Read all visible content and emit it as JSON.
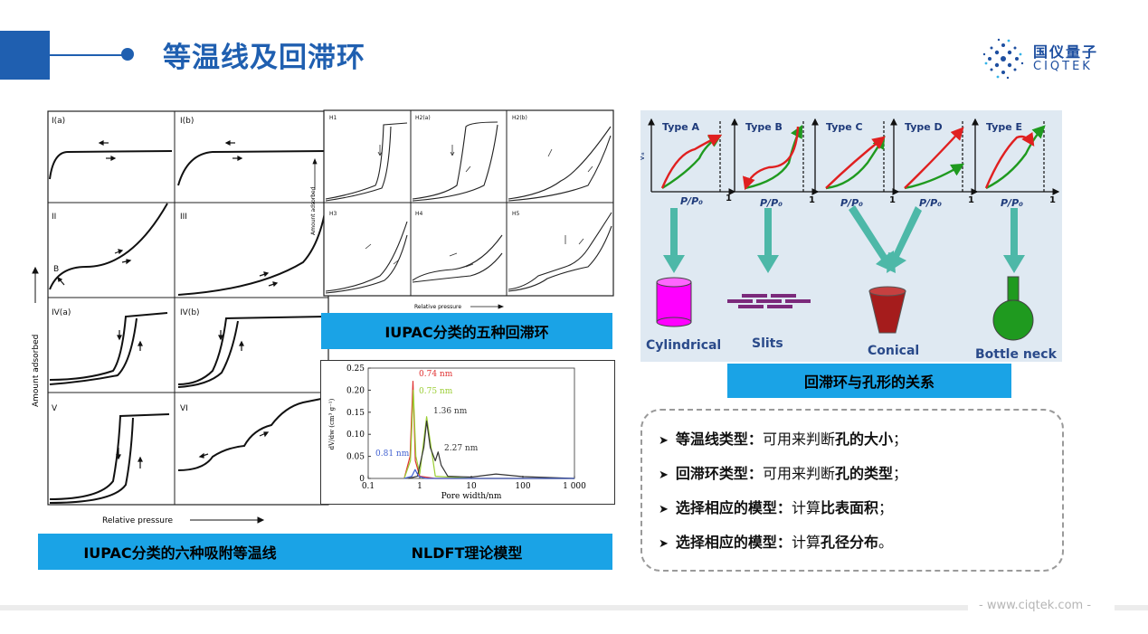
{
  "header": {
    "title": "等温线及回滞环",
    "logo_cn": "国仪量子",
    "logo_en": "CIQTEK"
  },
  "isotherms": {
    "caption": "IUPAC分类的六种吸附等温线",
    "y_label": "Amount adsorbed",
    "x_label": "Relative pressure",
    "panels": [
      "I(a)",
      "I(b)",
      "II",
      "III",
      "IV(a)",
      "IV(b)",
      "V",
      "VI"
    ],
    "point_b": "B"
  },
  "hysteresis": {
    "caption": "IUPAC分类的五种回滞环",
    "y_label": "Amount adsorbed",
    "x_label": "Relative pressure",
    "panels": [
      "H1",
      "H2(a)",
      "H2(b)",
      "H3",
      "H4",
      "H5"
    ]
  },
  "nldft": {
    "caption": "NLDFT理论模型",
    "x_label": "Pore width/nm",
    "y_label": "dV/dw (cm³ g⁻¹)",
    "peaks": [
      "0.74 nm",
      "0.75 nm",
      "1.36 nm",
      "2.27 nm",
      "0.81 nm"
    ]
  },
  "chart_data": {
    "type": "line",
    "title": "",
    "xlabel": "Pore width/nm",
    "ylabel": "dV/dw (cm³ g⁻¹)",
    "xscale": "log",
    "xlim": [
      0.1,
      1000
    ],
    "ylim": [
      0,
      0.25
    ],
    "x_ticks": [
      "0.1",
      "1",
      "10",
      "100",
      "1 000"
    ],
    "y_ticks": [
      "0",
      "0.05",
      "0.10",
      "0.15",
      "0.20",
      "0.25"
    ],
    "series": [
      {
        "color": "#e03030",
        "x": [
          0.5,
          0.65,
          0.74,
          0.82,
          1.0,
          2.0,
          10,
          100,
          1000
        ],
        "y": [
          0,
          0.05,
          0.22,
          0.04,
          0.005,
          0.0,
          0.0,
          0.0,
          0.0
        ]
      },
      {
        "color": "#9acd32",
        "x": [
          0.5,
          0.66,
          0.75,
          0.84,
          1.0,
          1.36,
          2.0,
          10,
          100,
          1000
        ],
        "y": [
          0,
          0.04,
          0.2,
          0.05,
          0.01,
          0.14,
          0.005,
          0.0,
          0.0,
          0.0
        ]
      },
      {
        "color": "#333333",
        "x": [
          0.6,
          0.9,
          1.2,
          1.36,
          1.6,
          2.0,
          2.27,
          2.6,
          3.5,
          10,
          30,
          100,
          1000
        ],
        "y": [
          0,
          0.005,
          0.07,
          0.13,
          0.07,
          0.04,
          0.06,
          0.03,
          0.005,
          0.003,
          0.01,
          0.004,
          0.0
        ]
      },
      {
        "color": "#4060d0",
        "x": [
          0.5,
          0.7,
          0.81,
          0.95,
          1.3,
          10,
          1000
        ],
        "y": [
          0,
          0.005,
          0.02,
          0.005,
          0.0,
          0.0,
          0.0
        ]
      }
    ]
  },
  "pore_shapes": {
    "caption": "回滞环与孔形的关系",
    "types": [
      "Type A",
      "Type B",
      "Type C",
      "Type D",
      "Type E"
    ],
    "x_axis": "P/P₀",
    "x_end": "1",
    "y_axis": "Vₐ",
    "shapes": [
      "Cylindrical",
      "Slits",
      "Conical",
      "Bottle neck"
    ],
    "colors": {
      "cylinder": "#ff00ff",
      "slits": "#7b2a7b",
      "cone": "#a51c1c",
      "bottle": "#1f9a1f",
      "arrow": "#4db8a8",
      "red": "#e02020",
      "green": "#1f9a1f"
    }
  },
  "bullets": [
    {
      "label": "等温线类型",
      "sep": "：",
      "text": "可用来判断",
      "bold": "孔的大小",
      "end": "；"
    },
    {
      "label": "回滞环类型",
      "sep": "：",
      "text": "可用来判断",
      "bold": "孔的类型",
      "end": "；"
    },
    {
      "label": "选择相应的模型",
      "sep": "：",
      "text": "计算",
      "bold": "比表面积",
      "end": "；"
    },
    {
      "label": "选择相应的模型",
      "sep": "：",
      "text": "计算",
      "bold": "孔径分布",
      "end": "。"
    }
  ],
  "footer": {
    "text": "- www.ciqtek.com -"
  }
}
